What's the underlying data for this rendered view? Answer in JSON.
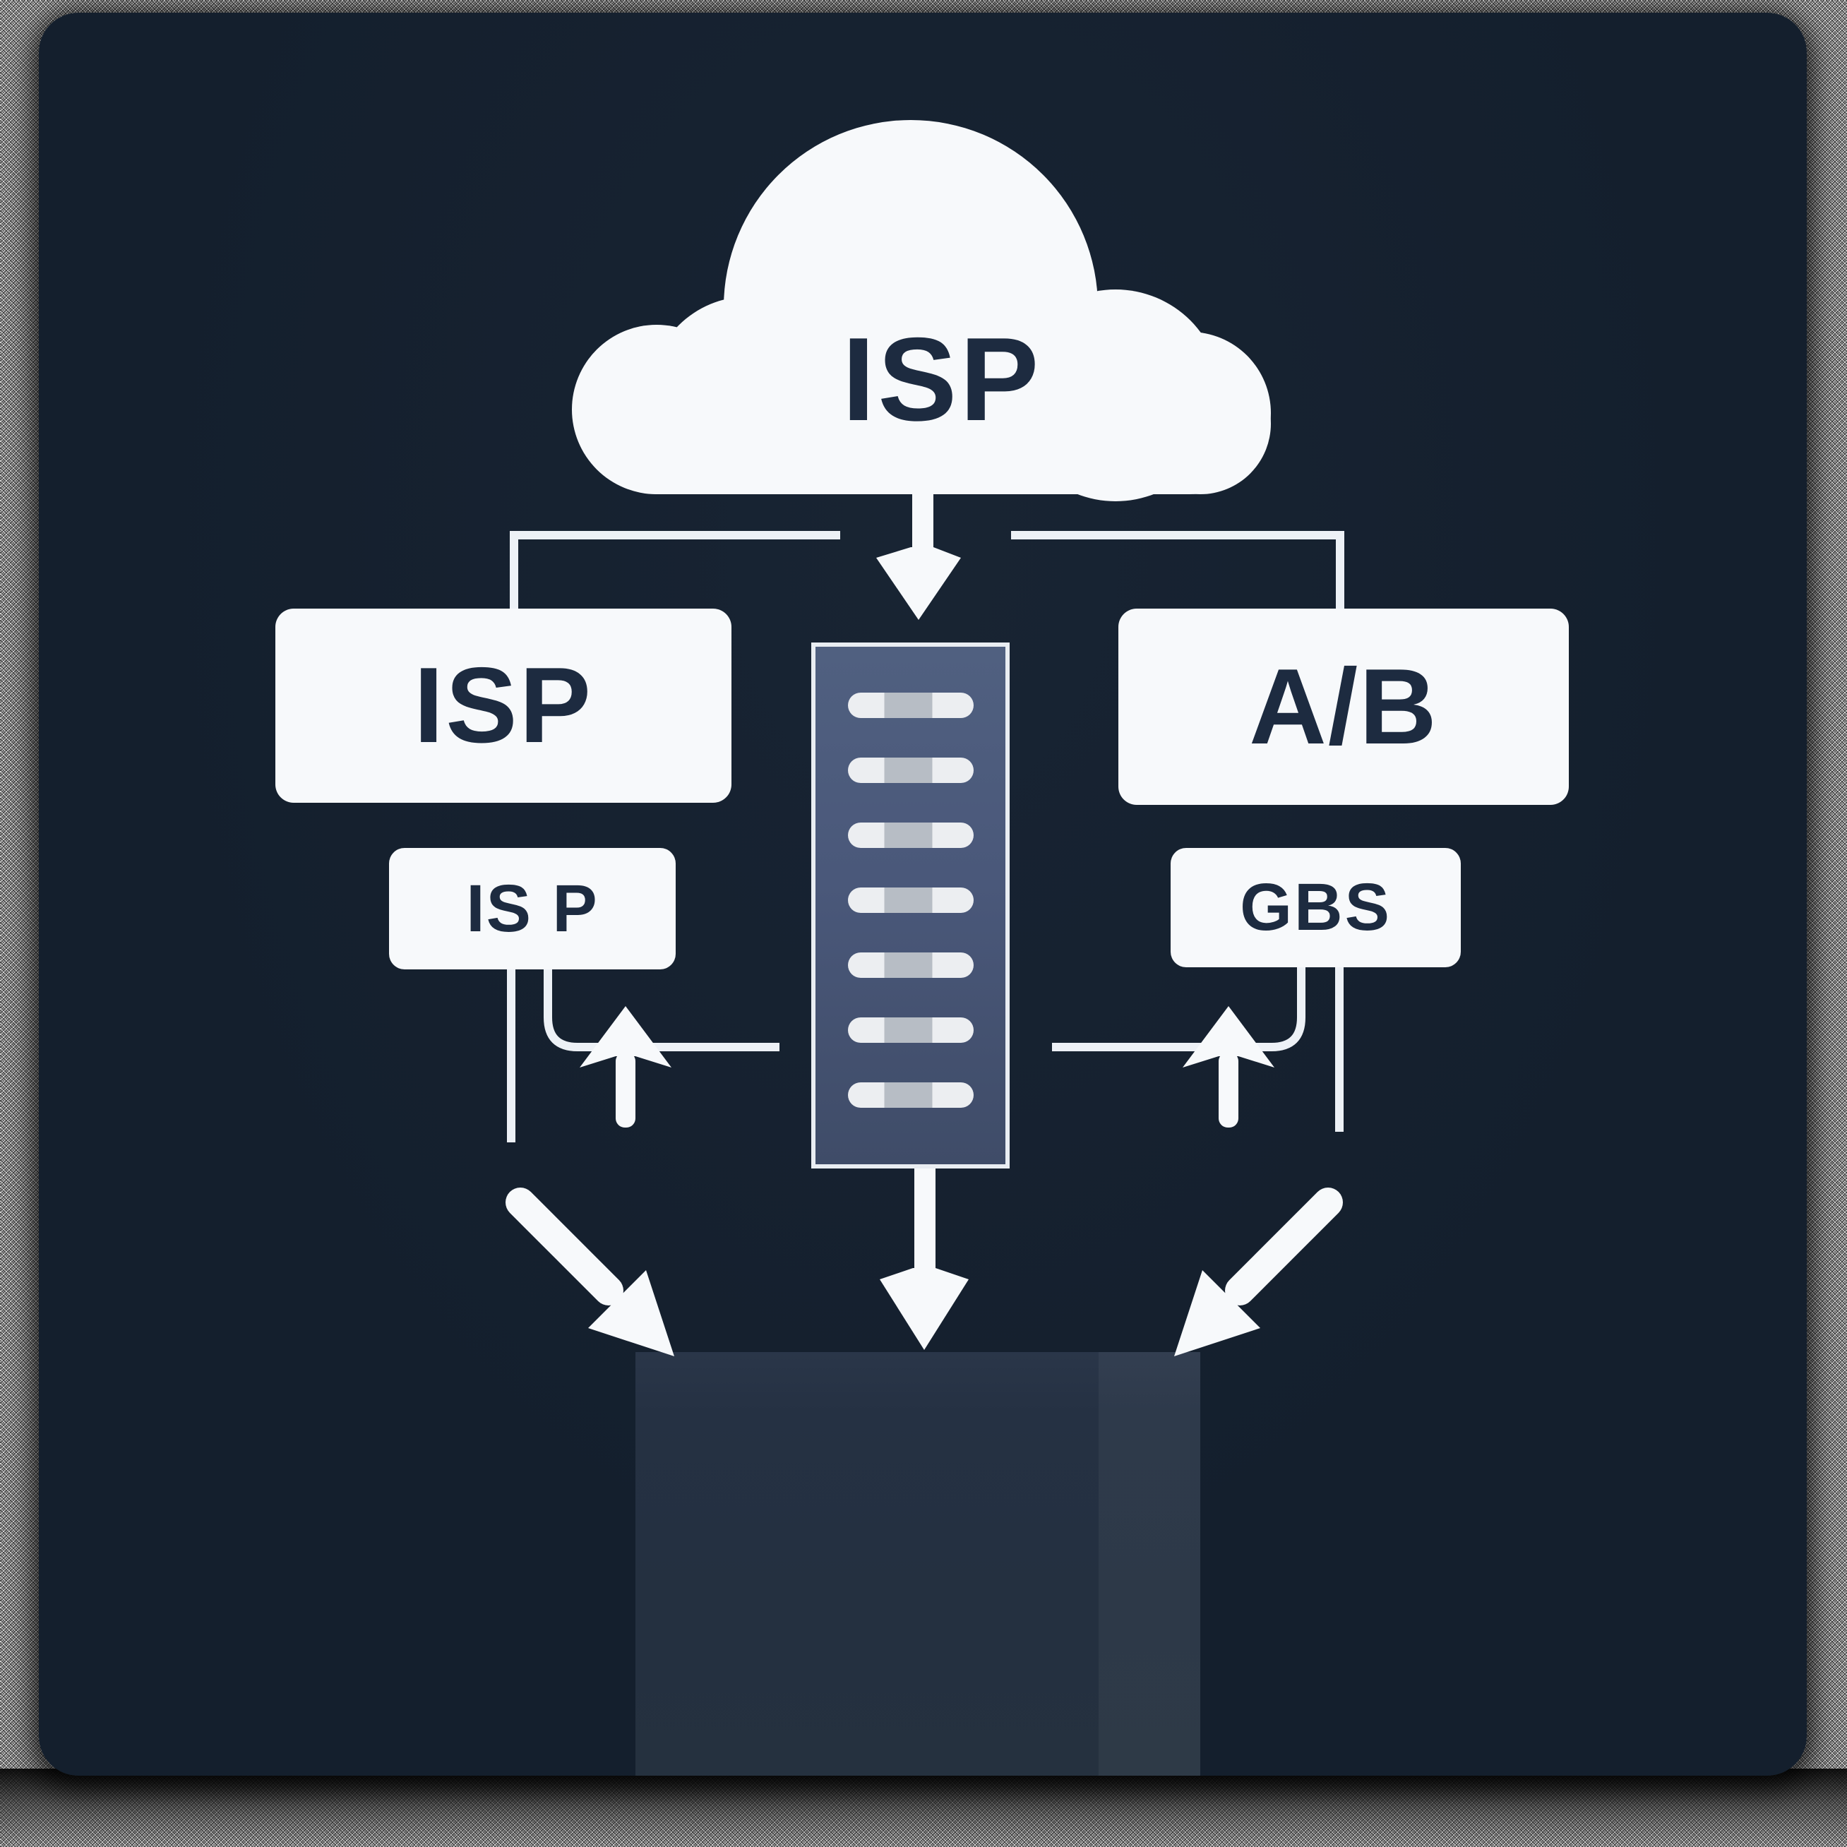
{
  "cloud": {
    "label": "ISP"
  },
  "left_branch": {
    "primary_label": "ISP",
    "secondary_label": "IS P"
  },
  "right_branch": {
    "primary_label": "A/B",
    "secondary_label": "GBS"
  },
  "rack": {
    "slot_count": 7
  },
  "icons": [
    "cloud-icon",
    "server-rack-icon",
    "down-arrow-icon",
    "up-arrow-icon",
    "diagonal-arrow-icon"
  ],
  "colors": {
    "panel_bg": "#141f2d",
    "shape_white": "#f7f9fb",
    "line_white": "#edf1f6",
    "label_navy": "#1d2b40",
    "rack_border": "#e9edf2",
    "rack_fill_top": "#506080",
    "rack_fill_bottom": "#3f4c68",
    "slot_white": "#eceef1",
    "slot_gray": "#b7bdc5",
    "block_fill": "#253143",
    "frame_light": "#dcdcdc",
    "frame_dark": "#1a1a1a"
  }
}
